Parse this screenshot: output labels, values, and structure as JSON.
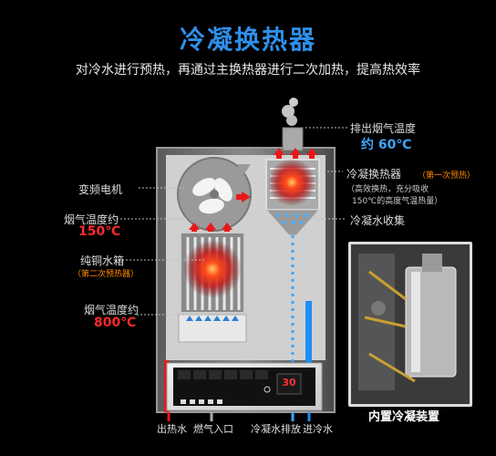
{
  "title": "冷凝换热器",
  "subtitle": "对冷水进行预热，再通过主换热器进行二次加热，提高热效率",
  "labels": {
    "exhaust": "排出烟气温度",
    "exhaust_temp": "约 60℃",
    "condensing_hx": "冷凝换热器",
    "condensing_hx_note": "（第一次预热）",
    "condensing_desc_1": "（高效换热，充分吸收",
    "condensing_desc_2": "150℃的高度气温热量）",
    "condensate": "冷凝水收集",
    "fan_motor": "变频电机",
    "flue_temp_1": "烟气温度约",
    "flue_temp_1_val": "150℃",
    "copper_tank": "纯铜水箱",
    "copper_tank_note": "（第二次预热器）",
    "flue_temp_2": "烟气温度约",
    "flue_temp_2_val": "800℃",
    "built_in": "内置冷凝装置"
  },
  "bottom": {
    "hot_out": "出热水",
    "gas_in": "燃气入口",
    "condensate_drain": "冷凝水排放",
    "cold_in": "进冷水"
  },
  "display": {
    "value": "30"
  },
  "colors": {
    "accent_blue": "#2f8fe8",
    "hot_red": "#ff2a2a",
    "cold_blue": "#3aa6ff"
  }
}
